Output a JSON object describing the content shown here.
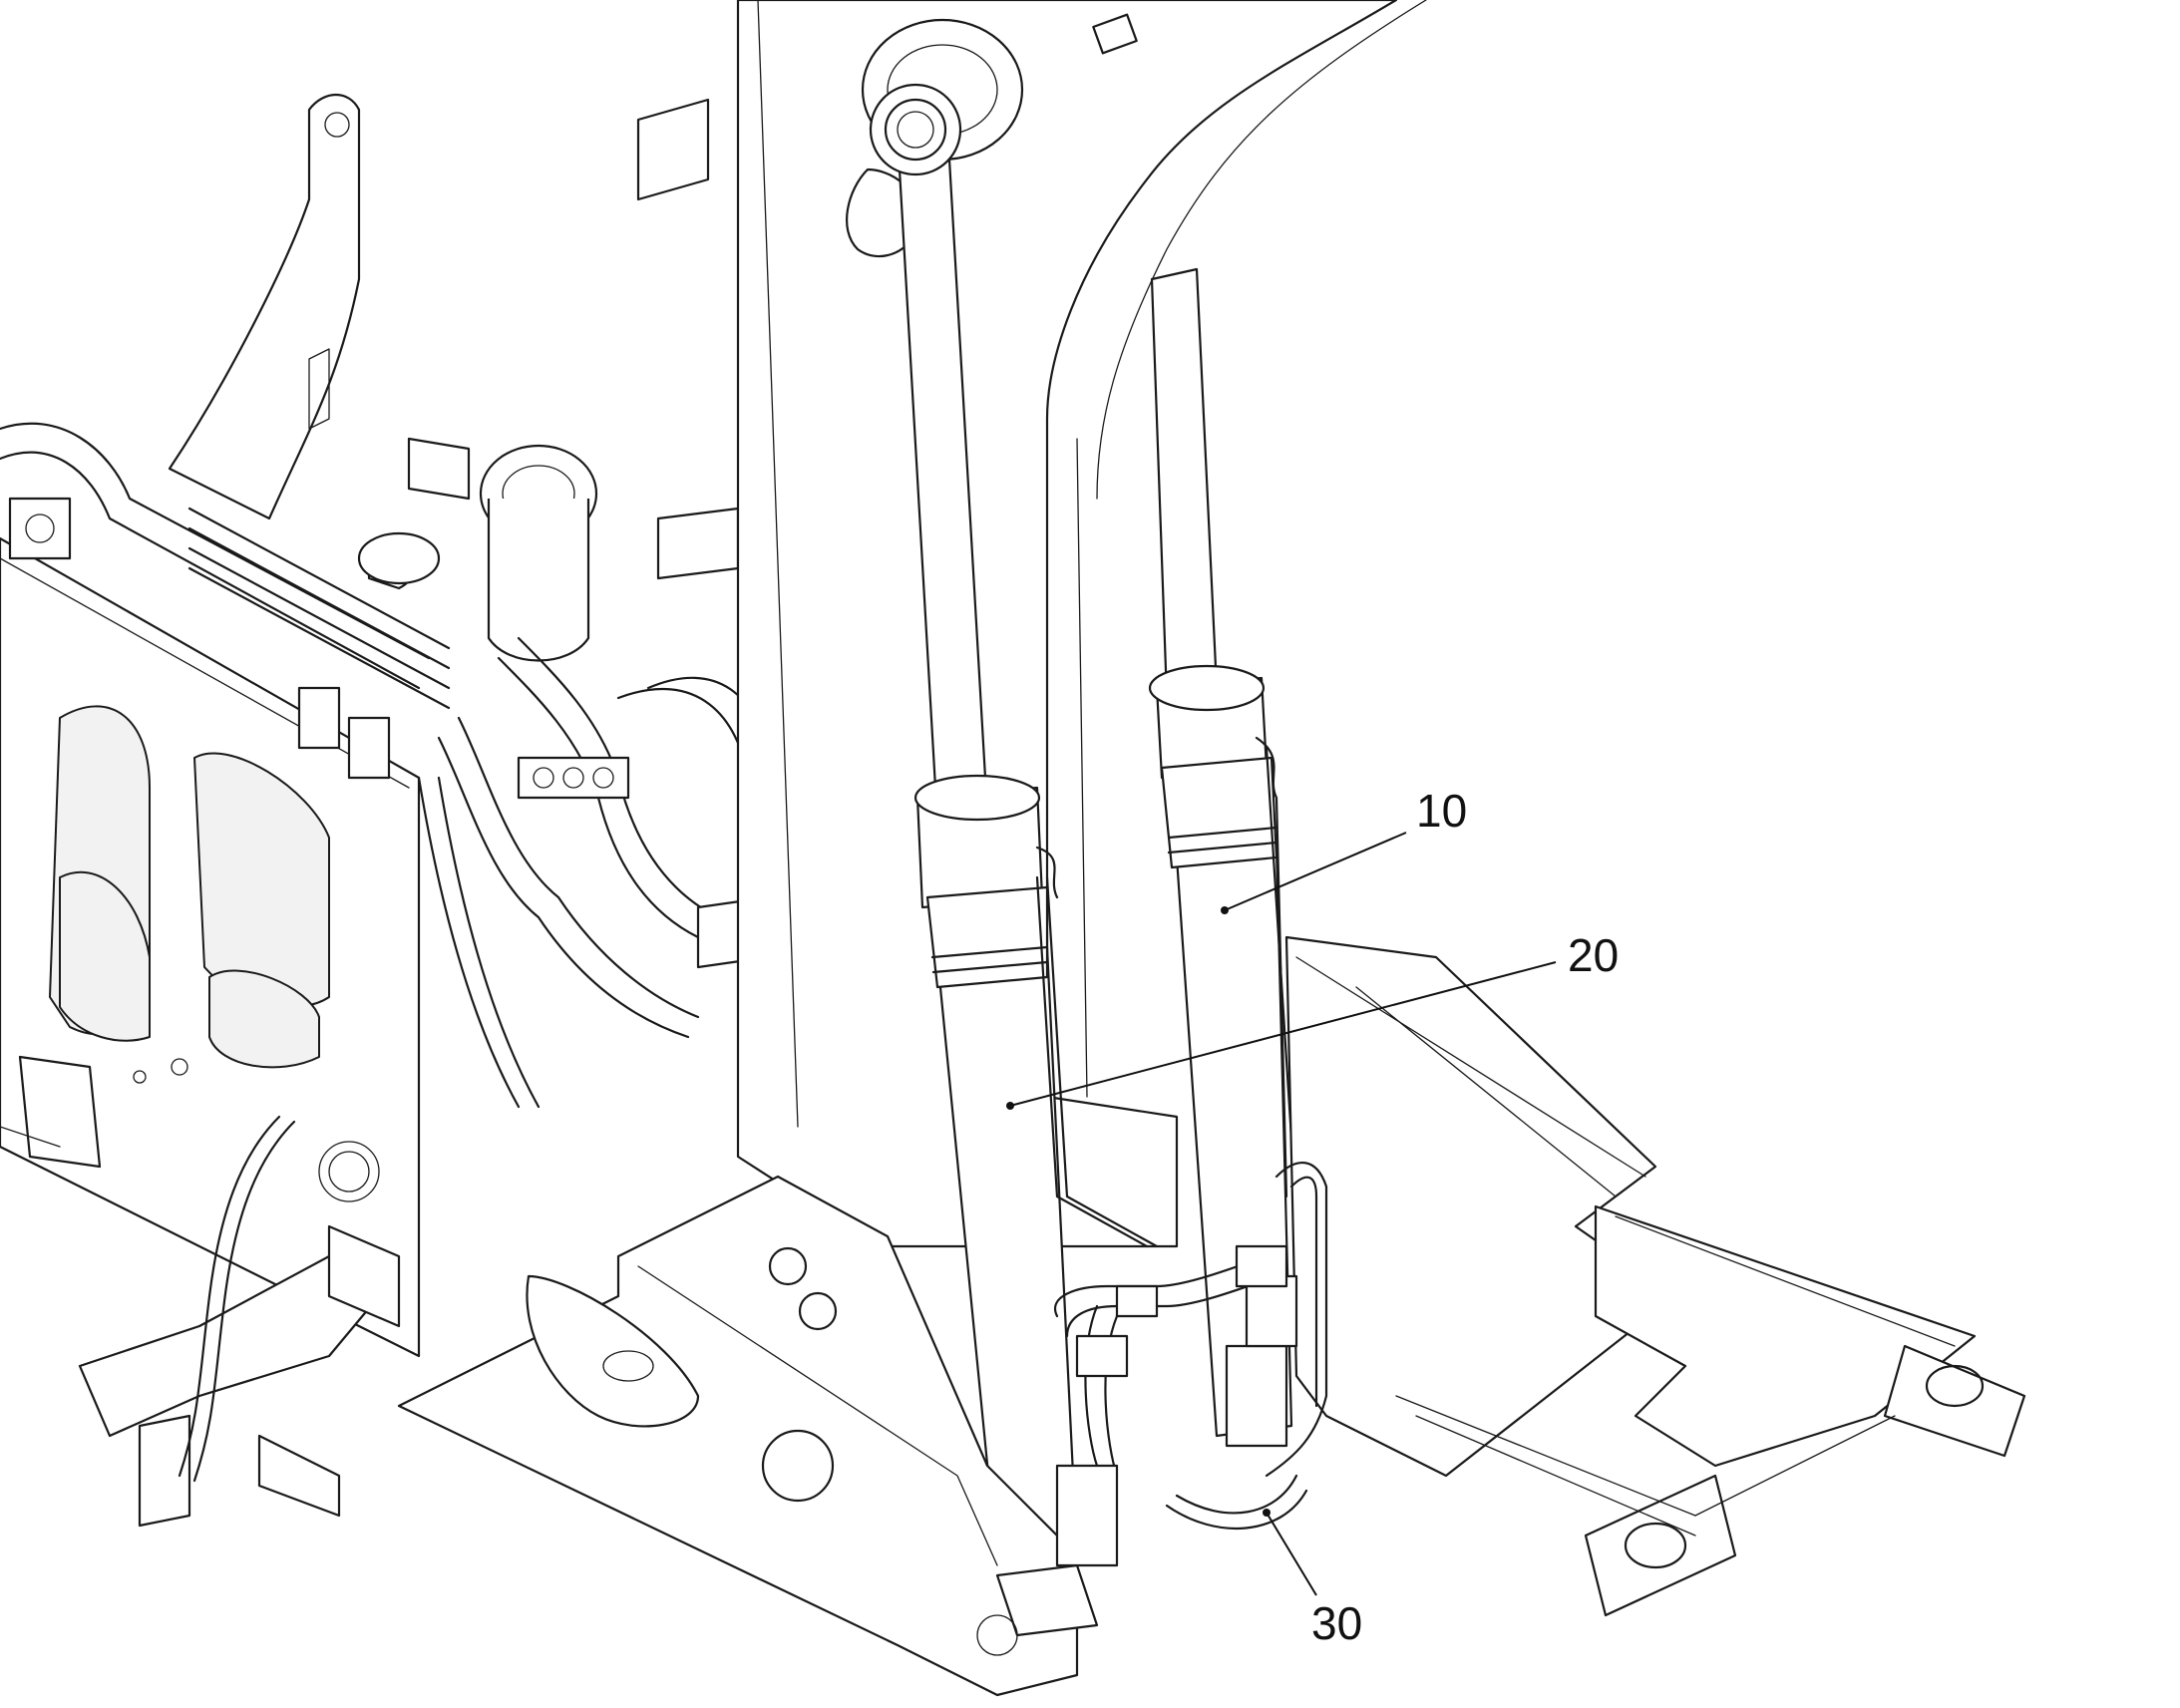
{
  "figure": {
    "callouts": [
      {
        "id": "c10",
        "label": "10"
      },
      {
        "id": "c20",
        "label": "20"
      },
      {
        "id": "c30",
        "label": "30"
      }
    ]
  },
  "colors": {
    "line": "#1a1a1a",
    "background": "#ffffff"
  }
}
